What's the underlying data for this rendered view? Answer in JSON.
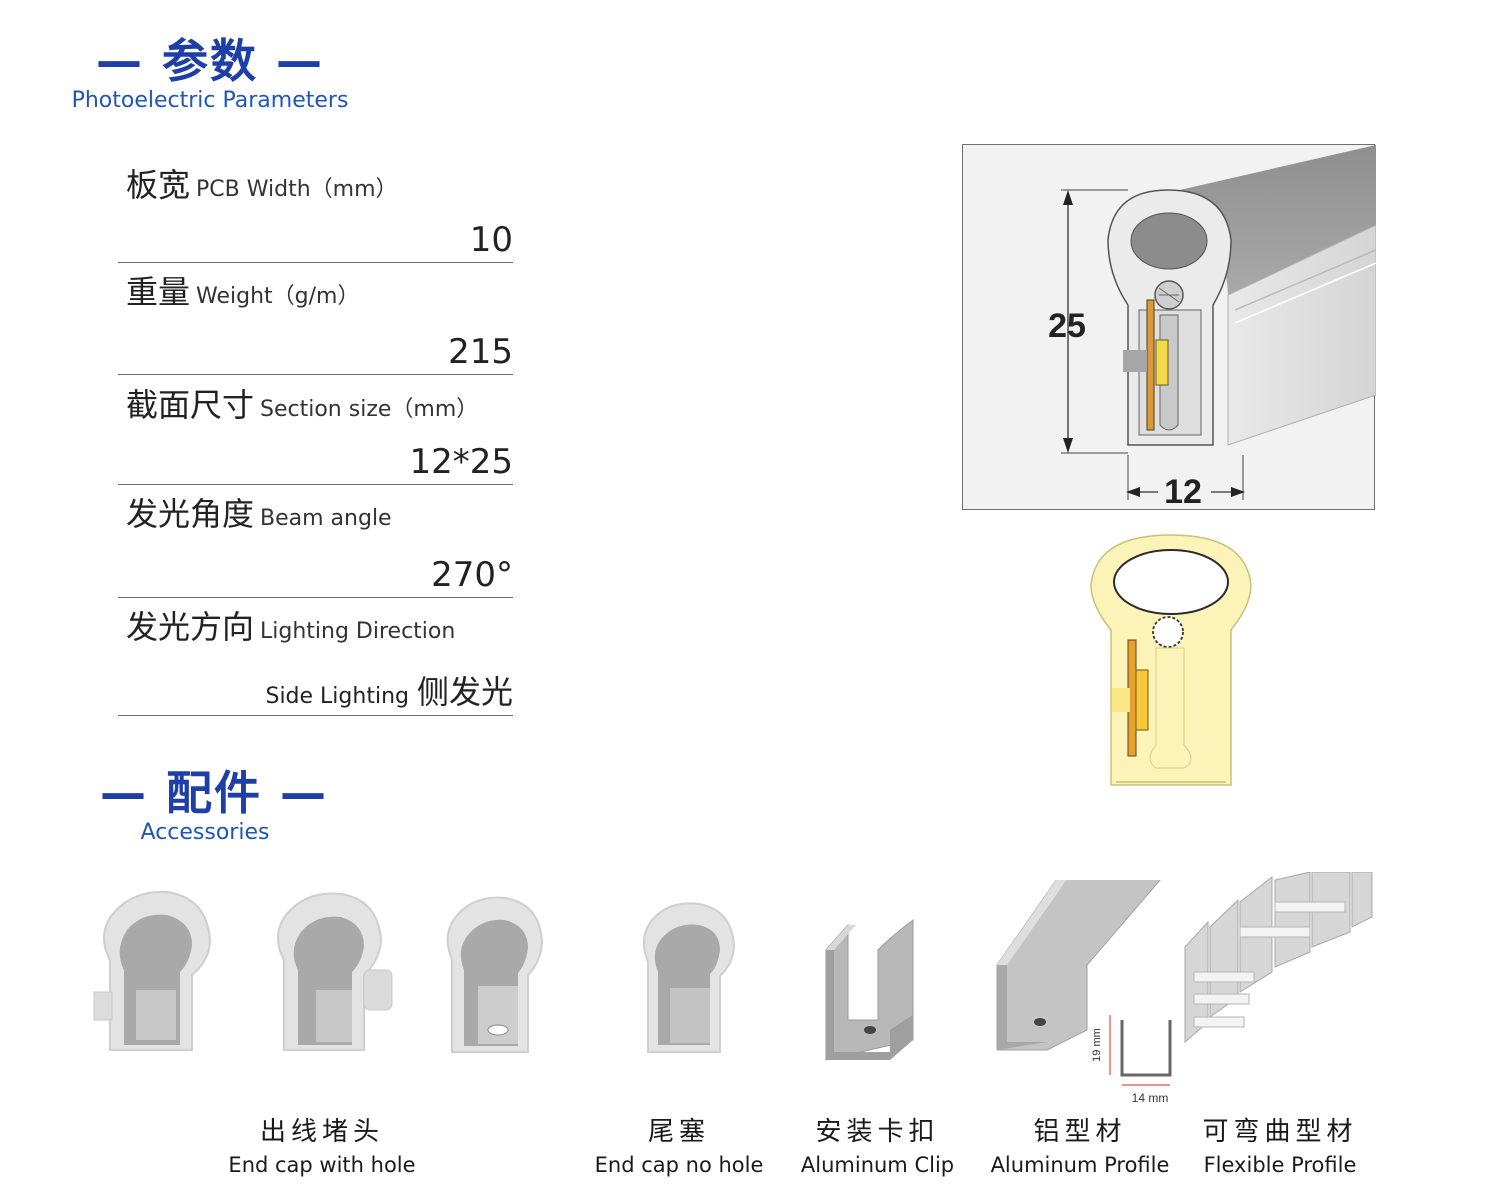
{
  "params_header": {
    "cn": "— 参数 —",
    "en": "Photoelectric Parameters"
  },
  "params": [
    {
      "cn": "板宽",
      "en": "PCB Width（mm）",
      "value": "10"
    },
    {
      "cn": "重量",
      "en": "Weight（g/m）",
      "value": "215"
    },
    {
      "cn": "截面尺寸",
      "en": "Section size（mm）",
      "value": "12*25"
    },
    {
      "cn": "发光角度",
      "en": "Beam angle",
      "value": "270°"
    },
    {
      "cn": "发光方向",
      "en": "Lighting Direction",
      "value_en": "Side Lighting",
      "value_cn": "侧发光"
    }
  ],
  "diagram": {
    "height_label": "25",
    "width_label": "12"
  },
  "accessories_header": {
    "cn": "— 配件 —",
    "en": "Accessories"
  },
  "accessories": [
    {
      "cn": "出线堵头",
      "en": "End cap with hole"
    },
    {
      "cn": "尾塞",
      "en": "End cap no hole"
    },
    {
      "cn": "安装卡扣",
      "en": "Aluminum Clip"
    },
    {
      "cn": "铝型材",
      "en": "Aluminum Profile"
    },
    {
      "cn": "可弯曲型材",
      "en": "Flexible Profile"
    }
  ],
  "profile_dims": {
    "height": "19 mm",
    "width": "14 mm"
  },
  "colors": {
    "brand_blue": "#1f3fa8",
    "glow_yellow": "#fbf3b8",
    "led_orange": "#e8a030"
  }
}
